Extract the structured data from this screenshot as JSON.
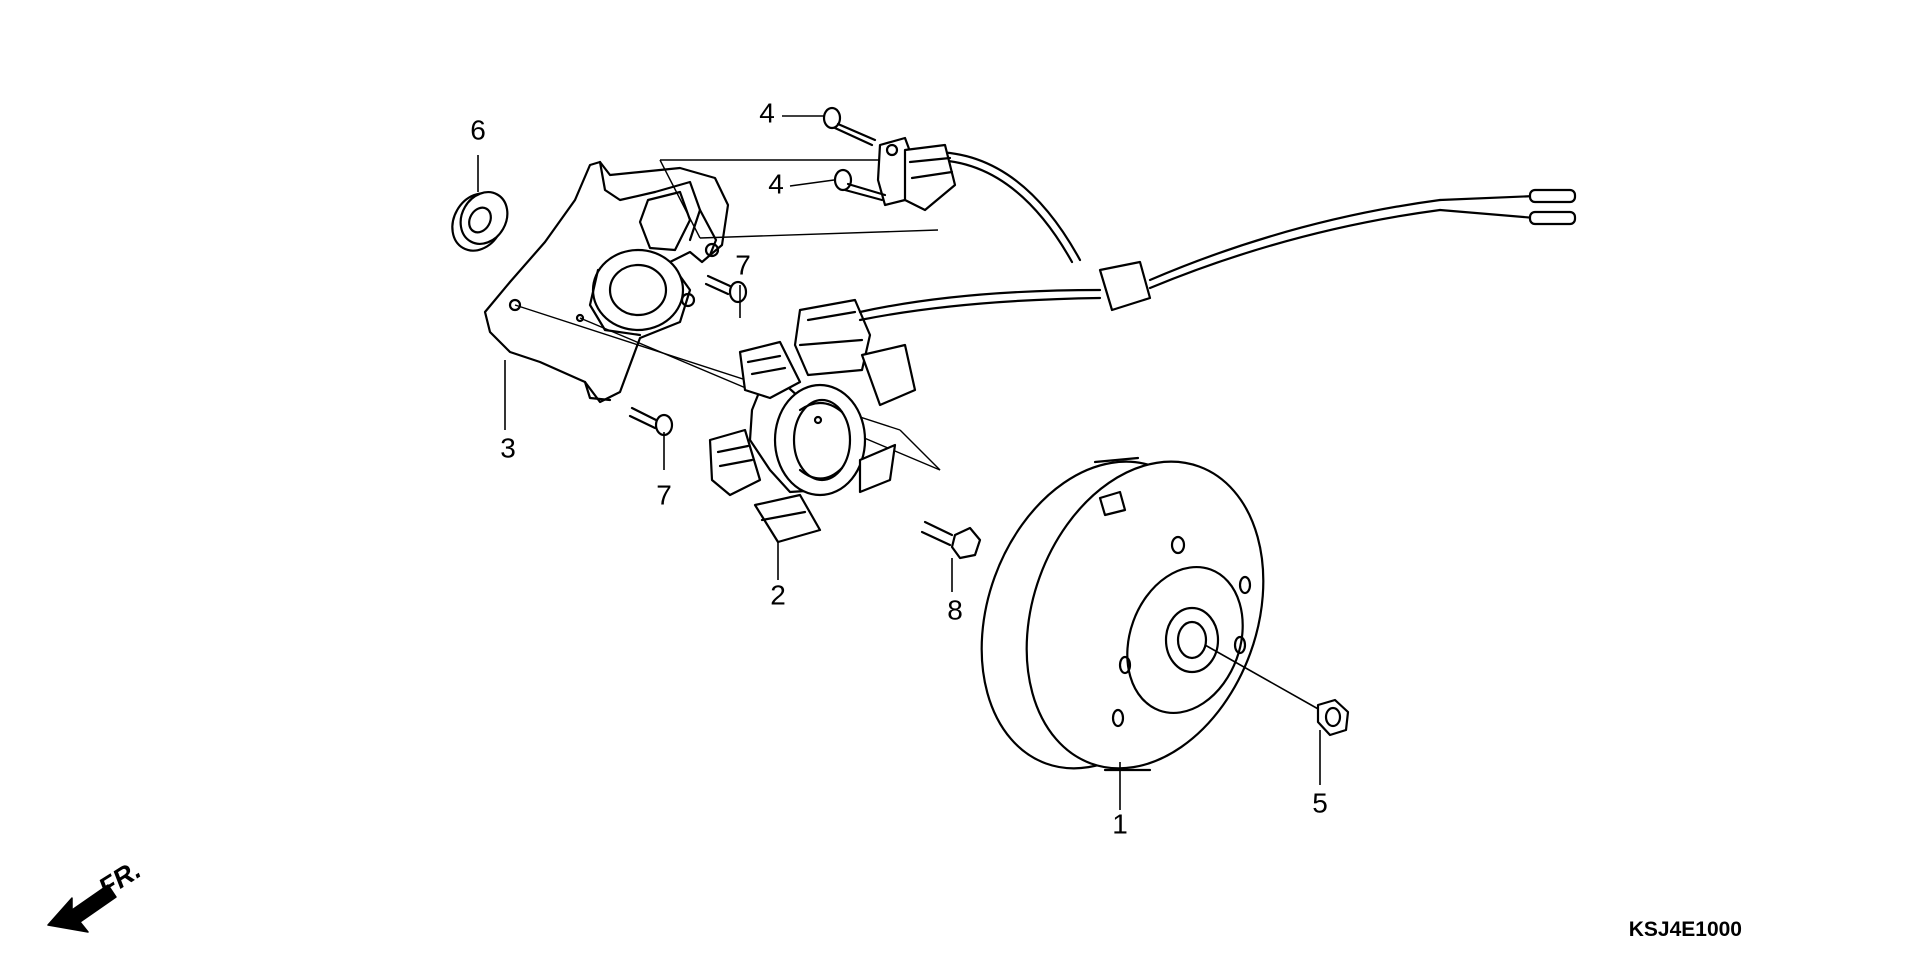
{
  "callouts": [
    {
      "id": "c1",
      "text": "1"
    },
    {
      "id": "c2",
      "text": "2"
    },
    {
      "id": "c3",
      "text": "3"
    },
    {
      "id": "c4a",
      "text": "4"
    },
    {
      "id": "c4b",
      "text": "4"
    },
    {
      "id": "c5",
      "text": "5"
    },
    {
      "id": "c6",
      "text": "6"
    },
    {
      "id": "c7a",
      "text": "7"
    },
    {
      "id": "c7b",
      "text": "7"
    },
    {
      "id": "c8",
      "text": "8"
    }
  ],
  "reference_code": "KSJ4E1000",
  "front_indicator": "FR."
}
